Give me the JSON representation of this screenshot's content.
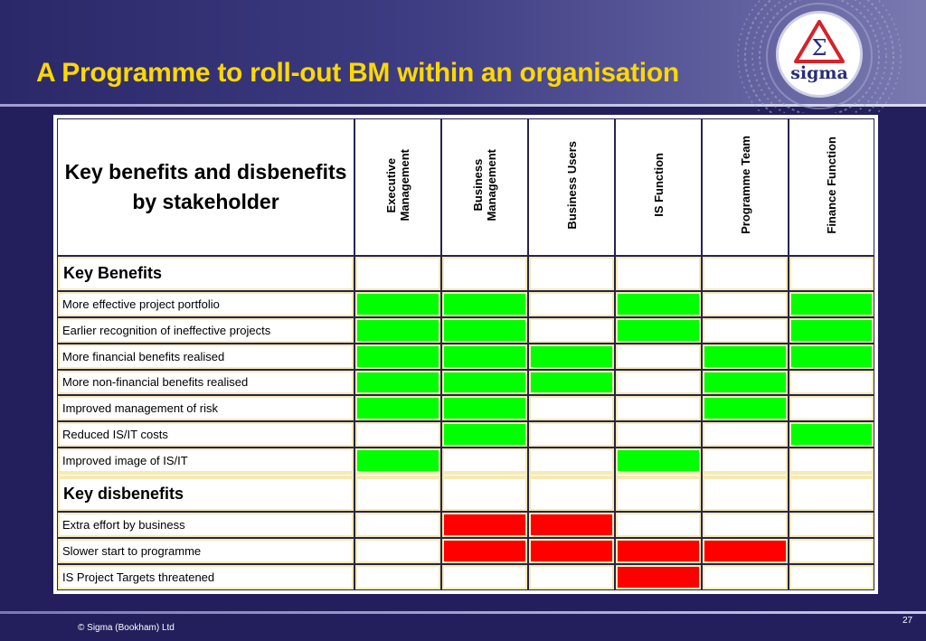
{
  "slide": {
    "title": "A Programme to roll-out BM within an organisation",
    "logo_text": "sigma",
    "logo_symbol": "Σ",
    "footer": "© Sigma (Bookham) Ltd",
    "page_number": "27"
  },
  "matrix": {
    "corner_title": "Key benefits and disbenefits by stakeholder",
    "columns": [
      "Executive\nManagement",
      "Business\nManagement",
      "Business Users",
      "IS Function",
      "Programme Team",
      "Finance Function"
    ],
    "sections": [
      {
        "heading": "Key Benefits",
        "mark": "green",
        "rows": [
          {
            "label": "More effective project portfolio",
            "cells": [
              true,
              true,
              false,
              true,
              false,
              true
            ]
          },
          {
            "label": "Earlier recognition of ineffective projects",
            "cells": [
              true,
              true,
              false,
              true,
              false,
              true
            ]
          },
          {
            "label": "More financial benefits realised",
            "cells": [
              true,
              true,
              true,
              false,
              true,
              true
            ]
          },
          {
            "label": "More non-financial benefits realised",
            "cells": [
              true,
              true,
              true,
              false,
              true,
              false
            ]
          },
          {
            "label": "Improved management of risk",
            "cells": [
              true,
              true,
              false,
              false,
              true,
              false
            ]
          },
          {
            "label": "Reduced IS/IT costs",
            "cells": [
              false,
              true,
              false,
              false,
              false,
              true
            ]
          },
          {
            "label": "Improved image of IS/IT",
            "cells": [
              true,
              false,
              false,
              true,
              false,
              false
            ]
          }
        ]
      },
      {
        "heading": "Key disbenefits",
        "mark": "red",
        "rows": [
          {
            "label": "Extra effort by business",
            "cells": [
              false,
              true,
              true,
              false,
              false,
              false
            ]
          },
          {
            "label": "Slower start to programme",
            "cells": [
              false,
              true,
              true,
              true,
              true,
              false
            ]
          },
          {
            "label": "IS Project Targets threatened",
            "cells": [
              false,
              false,
              false,
              true,
              false,
              false
            ]
          }
        ]
      }
    ],
    "colors": {
      "green": "#00ff00",
      "red": "#ff0000",
      "border": "#f6eab2"
    }
  },
  "theme": {
    "background": "#221f5c",
    "title_color": "#ffd800"
  }
}
